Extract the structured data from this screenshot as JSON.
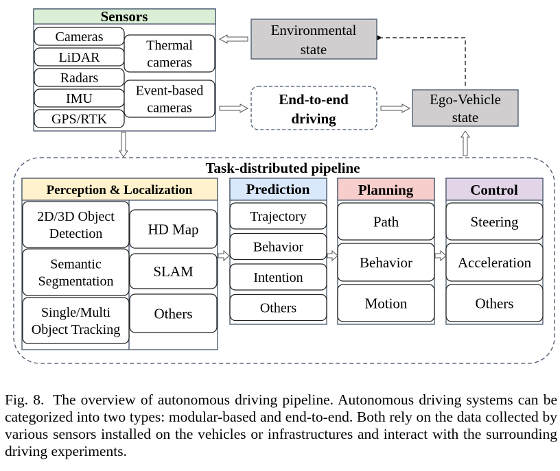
{
  "figure": {
    "sensors": {
      "title": "Sensors",
      "header_color": "#dbeed6",
      "left_items": [
        "Cameras",
        "LiDAR",
        "Radars",
        "IMU",
        "GPS/RTK"
      ],
      "right_items": [
        [
          "Thermal",
          "cameras"
        ],
        [
          "Event-based",
          "cameras"
        ]
      ]
    },
    "environmental_state": {
      "lines": [
        "Environmental",
        "state"
      ],
      "fill": "#d0cece"
    },
    "end_to_end": {
      "lines": [
        "End-to-end",
        "driving"
      ]
    },
    "ego_vehicle_state": {
      "lines": [
        "Ego-Vehicle",
        "state"
      ],
      "fill": "#d0cece"
    },
    "pipeline": {
      "title": "Task-distributed pipeline",
      "perception": {
        "title": "Perception & Localization",
        "header_color": "#fff2cc",
        "left_items": [
          [
            "2D/3D Object",
            "Detection"
          ],
          [
            "Semantic",
            "Segmentation"
          ],
          [
            "Single/Multi",
            "Object Tracking"
          ]
        ],
        "right_items": [
          [
            "HD Map"
          ],
          [
            "SLAM"
          ],
          [
            "Others"
          ]
        ]
      },
      "prediction": {
        "title": "Prediction",
        "header_color": "#dae8fc",
        "items": [
          "Trajectory",
          "Behavior",
          "Intention",
          "Others"
        ]
      },
      "planning": {
        "title": "Planning",
        "header_color": "#f8cecc",
        "items": [
          "Path",
          "Behavior",
          "Motion"
        ]
      },
      "control": {
        "title": "Control",
        "header_color": "#e1d5e7",
        "items": [
          "Steering",
          "Acceleration",
          "Others"
        ]
      }
    }
  },
  "caption": {
    "label": "Fig. 8.",
    "text": "The overview of autonomous driving pipeline. Autonomous driving systems can be categorized into two types: modular-based and end-to-end. Both rely on the data collected by various sensors installed on the vehicles or infrastructures and interact with the surrounding driving experiments."
  }
}
